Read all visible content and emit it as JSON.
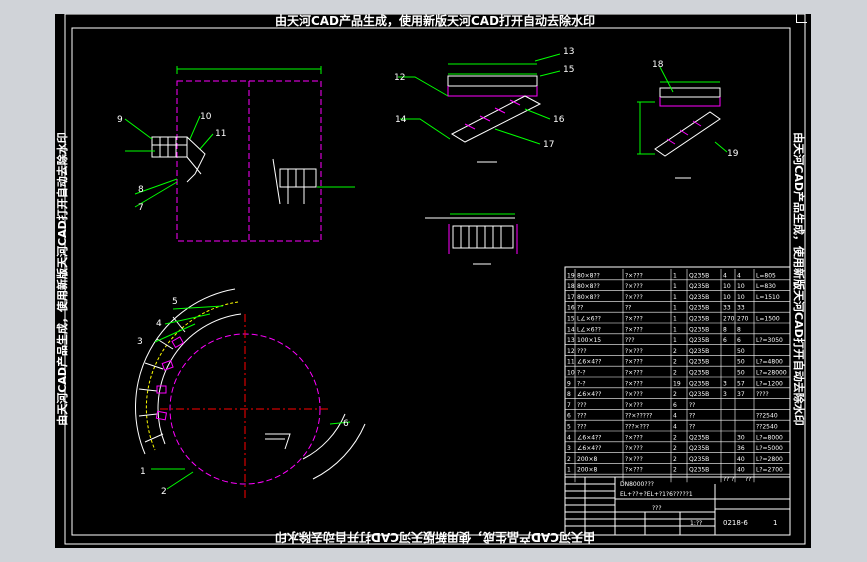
{
  "watermark": "由天河CAD产品生成，使用新版天河CAD打开自动去除水印",
  "top_views": {
    "left_callouts": [
      "9",
      "10",
      "11",
      "8",
      "7"
    ],
    "mid_callouts": [
      "12",
      "13",
      "15",
      "14",
      "16",
      "17"
    ],
    "right_callouts": [
      "18",
      "19"
    ]
  },
  "plan_callouts": [
    "5",
    "4",
    "3",
    "1",
    "2",
    "6"
  ],
  "bom": {
    "rows": [
      {
        "no": "19",
        "name": "80×8??",
        "spec": "?×???",
        "qty": "1",
        "mat": "Q235B",
        "unit": "4",
        "total": "4",
        "note": "L=805"
      },
      {
        "no": "18",
        "name": "80×8??",
        "spec": "?×???",
        "qty": "1",
        "mat": "Q235B",
        "unit": "10",
        "total": "10",
        "note": "L=830"
      },
      {
        "no": "17",
        "name": "80×8??",
        "spec": "?×???",
        "qty": "1",
        "mat": "Q235B",
        "unit": "10",
        "total": "10",
        "note": "L=1510"
      },
      {
        "no": "16",
        "name": "??",
        "spec": "??",
        "qty": "1",
        "mat": "Q235B",
        "unit": "33",
        "total": "33",
        "note": ""
      },
      {
        "no": "15",
        "name": "L∠×6??",
        "spec": "?×???",
        "qty": "1",
        "mat": "Q235B",
        "unit": "270",
        "total": "270",
        "note": "L=1500"
      },
      {
        "no": "14",
        "name": "L∠×6??",
        "spec": "?×???",
        "qty": "1",
        "mat": "Q235B",
        "unit": "8",
        "total": "8",
        "note": ""
      },
      {
        "no": "13",
        "name": "100×15",
        "spec": "???",
        "qty": "1",
        "mat": "Q235B",
        "unit": "6",
        "total": "6",
        "note": "L?=3050"
      },
      {
        "no": "12",
        "name": "???",
        "spec": "?×???",
        "qty": "2",
        "mat": "Q235B",
        "unit": "",
        "total": "50",
        "note": ""
      },
      {
        "no": "11",
        "name": "∠6×4??",
        "spec": "?×???",
        "qty": "2",
        "mat": "Q235B",
        "unit": "",
        "total": "50",
        "note": "L?=4800"
      },
      {
        "no": "10",
        "name": "?-?",
        "spec": "?×???",
        "qty": "2",
        "mat": "Q235B",
        "unit": "",
        "total": "50",
        "note": "L?=28000"
      },
      {
        "no": "9",
        "name": "?-?",
        "spec": "?×???",
        "qty": "19",
        "mat": "Q235B",
        "unit": "3",
        "total": "57",
        "note": "L?=1200"
      },
      {
        "no": "8",
        "name": "∠6×4??",
        "spec": "?×???",
        "qty": "2",
        "mat": "Q235B",
        "unit": "3",
        "total": "37",
        "note": "????"
      },
      {
        "no": "7",
        "name": "???",
        "spec": "?×???",
        "qty": "6",
        "mat": "??",
        "unit": "",
        "total": "",
        "note": ""
      },
      {
        "no": "6",
        "name": "???",
        "spec": "??×?????",
        "qty": "4",
        "mat": "??",
        "unit": "",
        "total": "",
        "note": "??2540"
      },
      {
        "no": "5",
        "name": "???",
        "spec": "???×???",
        "qty": "4",
        "mat": "??",
        "unit": "",
        "total": "",
        "note": "??2540"
      },
      {
        "no": "4",
        "name": "∠6×4??",
        "spec": "?×???",
        "qty": "2",
        "mat": "Q235B",
        "unit": "",
        "total": "30",
        "note": "L?=8000"
      },
      {
        "no": "3",
        "name": "∠6×4??",
        "spec": "?×???",
        "qty": "2",
        "mat": "Q235B",
        "unit": "",
        "total": "36",
        "note": "L?=5000"
      },
      {
        "no": "2",
        "name": "200×8",
        "spec": "?×???",
        "qty": "2",
        "mat": "Q235B",
        "unit": "",
        "total": "40",
        "note": "L?=2800"
      },
      {
        "no": "1",
        "name": "200×8",
        "spec": "?×???",
        "qty": "2",
        "mat": "Q235B",
        "unit": "",
        "total": "40",
        "note": "L?=2700"
      }
    ],
    "header_tail": [
      "?? ?",
      "??"
    ]
  },
  "title_block": {
    "line1": "DN8000???",
    "line2": "EL+??+?EL+?1?6?????1",
    "drawing_no": "0218-6",
    "sheet": "1",
    "scale_label": "???",
    "ratio": "1:??"
  },
  "colors": {
    "bg": "#000000",
    "frame": "#ffffff",
    "green": "#00ff00",
    "magenta": "#ff00ff",
    "cyan": "#00ffff",
    "yellow": "#ffff00",
    "chrome": "#d0d3d8"
  }
}
